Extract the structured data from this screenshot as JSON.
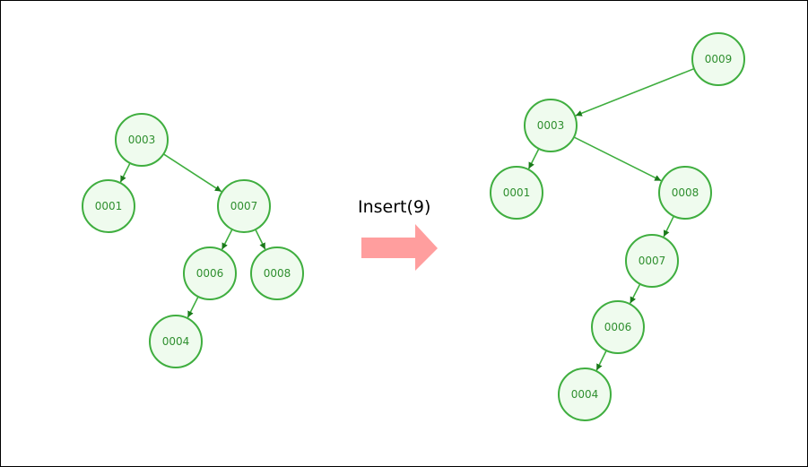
{
  "operation": {
    "label": "Insert(9)",
    "arrow_color": "#ff9e9e"
  },
  "colors": {
    "node_fill": "#effbee",
    "node_stroke": "#3fae3f",
    "node_text": "#2f8f2f",
    "edge": "#3fae3f",
    "arrowhead": "#1a7a1a"
  },
  "trees": [
    {
      "name": "before",
      "nodes": [
        {
          "id": "b3",
          "label": "0003"
        },
        {
          "id": "b1",
          "label": "0001"
        },
        {
          "id": "b7",
          "label": "0007"
        },
        {
          "id": "b6",
          "label": "0006"
        },
        {
          "id": "b8",
          "label": "0008"
        },
        {
          "id": "b4",
          "label": "0004"
        }
      ],
      "edges": [
        [
          "b3",
          "b1"
        ],
        [
          "b3",
          "b7"
        ],
        [
          "b7",
          "b6"
        ],
        [
          "b7",
          "b8"
        ],
        [
          "b6",
          "b4"
        ]
      ]
    },
    {
      "name": "after",
      "nodes": [
        {
          "id": "a9",
          "label": "0009"
        },
        {
          "id": "a3",
          "label": "0003"
        },
        {
          "id": "a1",
          "label": "0001"
        },
        {
          "id": "a8",
          "label": "0008"
        },
        {
          "id": "a7",
          "label": "0007"
        },
        {
          "id": "a6",
          "label": "0006"
        },
        {
          "id": "a4",
          "label": "0004"
        }
      ],
      "edges": [
        [
          "a9",
          "a3"
        ],
        [
          "a3",
          "a1"
        ],
        [
          "a3",
          "a8"
        ],
        [
          "a8",
          "a7"
        ],
        [
          "a7",
          "a6"
        ],
        [
          "a6",
          "a4"
        ]
      ]
    }
  ]
}
